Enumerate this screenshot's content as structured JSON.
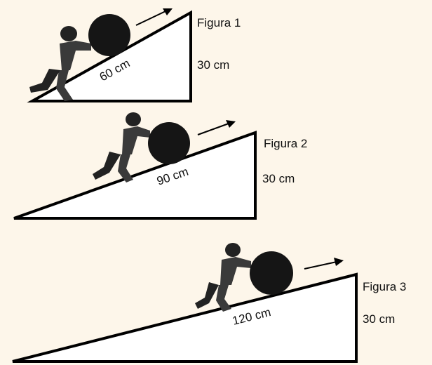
{
  "figures": [
    {
      "title": "Figura 1",
      "slope_length": "60 cm",
      "height": "30 cm"
    },
    {
      "title": "Figura 2",
      "slope_length": "90 cm",
      "height": "30 cm"
    },
    {
      "title": "Figura 3",
      "slope_length": "120 cm",
      "height": "30 cm"
    }
  ],
  "colors": {
    "background": "#fdf6ea",
    "ramp_fill": "#ffffff",
    "ramp_stroke": "#000000",
    "boulder": "#151515",
    "person": "#3a3a3a"
  },
  "icons": {
    "person": "person-pushing-icon",
    "arrow": "arrow-right-icon"
  }
}
